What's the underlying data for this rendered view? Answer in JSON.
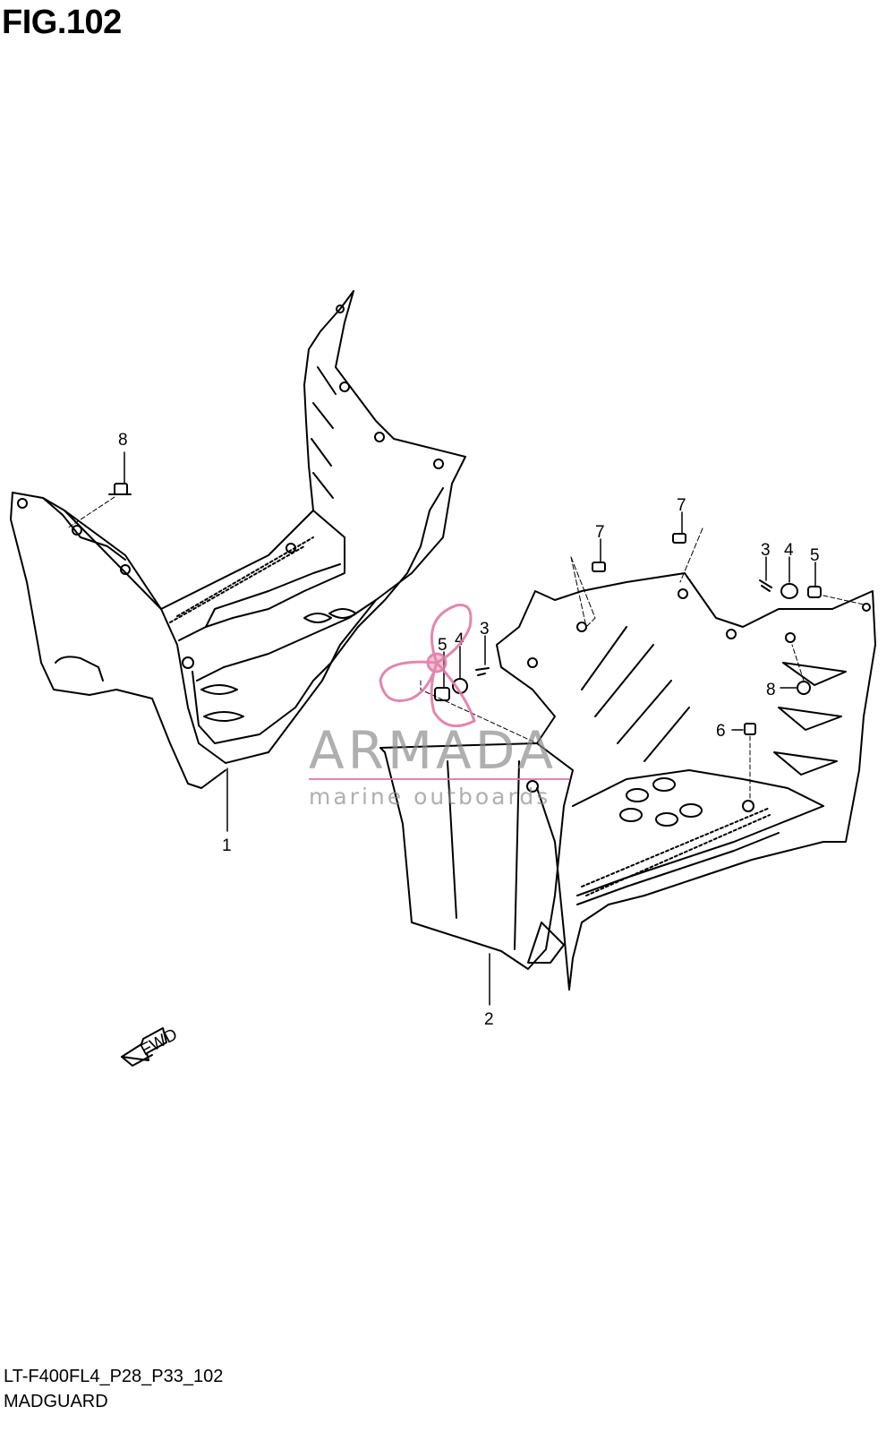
{
  "figure": {
    "title": "FIG.102",
    "code": "LT-F400FL4_P28_P33_102",
    "name": "MADGUARD"
  },
  "callouts": {
    "left_8": "8",
    "left_1": "1",
    "mid_5": "5",
    "mid_4": "4",
    "mid_3": "3",
    "r_7a": "7",
    "r_7b": "7",
    "r_3": "3",
    "r_4": "4",
    "r_5": "5",
    "r_8": "8",
    "r_6": "6",
    "r_2": "2"
  },
  "fwd_arrow": {
    "label": "FWD"
  },
  "watermark": {
    "brand": "ARMADA",
    "tagline": "marine outboards",
    "accent_color": "#e07aa6",
    "text_color": "#8a8a8a"
  },
  "colors": {
    "line": "#000000",
    "background": "#ffffff"
  }
}
